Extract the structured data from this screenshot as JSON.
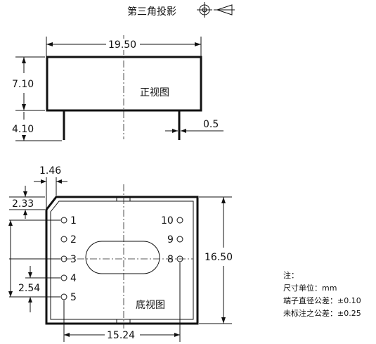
{
  "header": {
    "title": "第三角投影"
  },
  "front_view": {
    "label": "正视图",
    "dim_width": "19.50",
    "dim_body_height": "7.10",
    "dim_pin_length": "4.10",
    "dim_pin_width": "0.5"
  },
  "bottom_view": {
    "label": "底视图",
    "dim_chamfer_x": "1.46",
    "dim_chamfer_y": "2.33",
    "dim_pitch": "2.54",
    "dim_height": "16.50",
    "dim_row_spacing": "15.24",
    "pins_left": [
      "1",
      "2",
      "3",
      "4",
      "5"
    ],
    "pins_right": [
      "10",
      "9",
      "8"
    ]
  },
  "notes": {
    "heading": "注：",
    "line1": "尺寸单位：mm",
    "line2": "端子直径公差：±0.10",
    "line3": "未标注之公差：±0.25"
  }
}
